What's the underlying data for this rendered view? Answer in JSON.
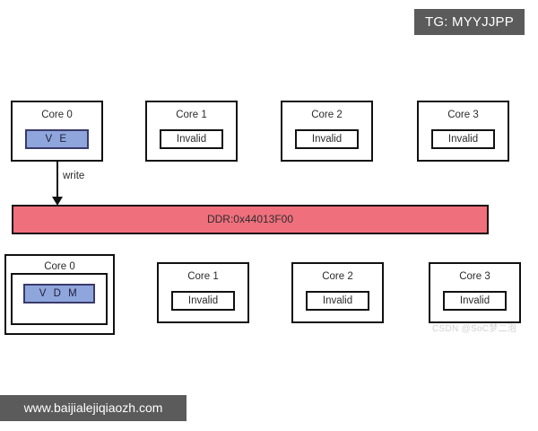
{
  "diagram": {
    "title_tag": "TG: MYYJJPP",
    "memory_bar": {
      "label": "DDR:0x44013F00",
      "color": "#ef6f7c"
    },
    "arrow": {
      "label": "write"
    },
    "state_colors": {
      "highlight_fill": "#8fa6dc",
      "box_border": "#111111",
      "badge_bg": "#5b5b5b"
    },
    "top_row": [
      {
        "name": "Core 0",
        "state": "V E",
        "highlight": true
      },
      {
        "name": "Core 1",
        "state": "Invalid",
        "highlight": false
      },
      {
        "name": "Core 2",
        "state": "Invalid",
        "highlight": false
      },
      {
        "name": "Core 3",
        "state": "Invalid",
        "highlight": false
      }
    ],
    "bottom_row": [
      {
        "name": "Core 0",
        "state": "V D M",
        "highlight": true
      },
      {
        "name": "Core 1",
        "state": "Invalid",
        "highlight": false
      },
      {
        "name": "Core 2",
        "state": "Invalid",
        "highlight": false
      },
      {
        "name": "Core 3",
        "state": "Invalid",
        "highlight": false
      }
    ]
  },
  "watermarks": {
    "site_banner": "www.baijialejiqiaozh.com",
    "csdn": "CSDN @SoC梦二泡"
  }
}
